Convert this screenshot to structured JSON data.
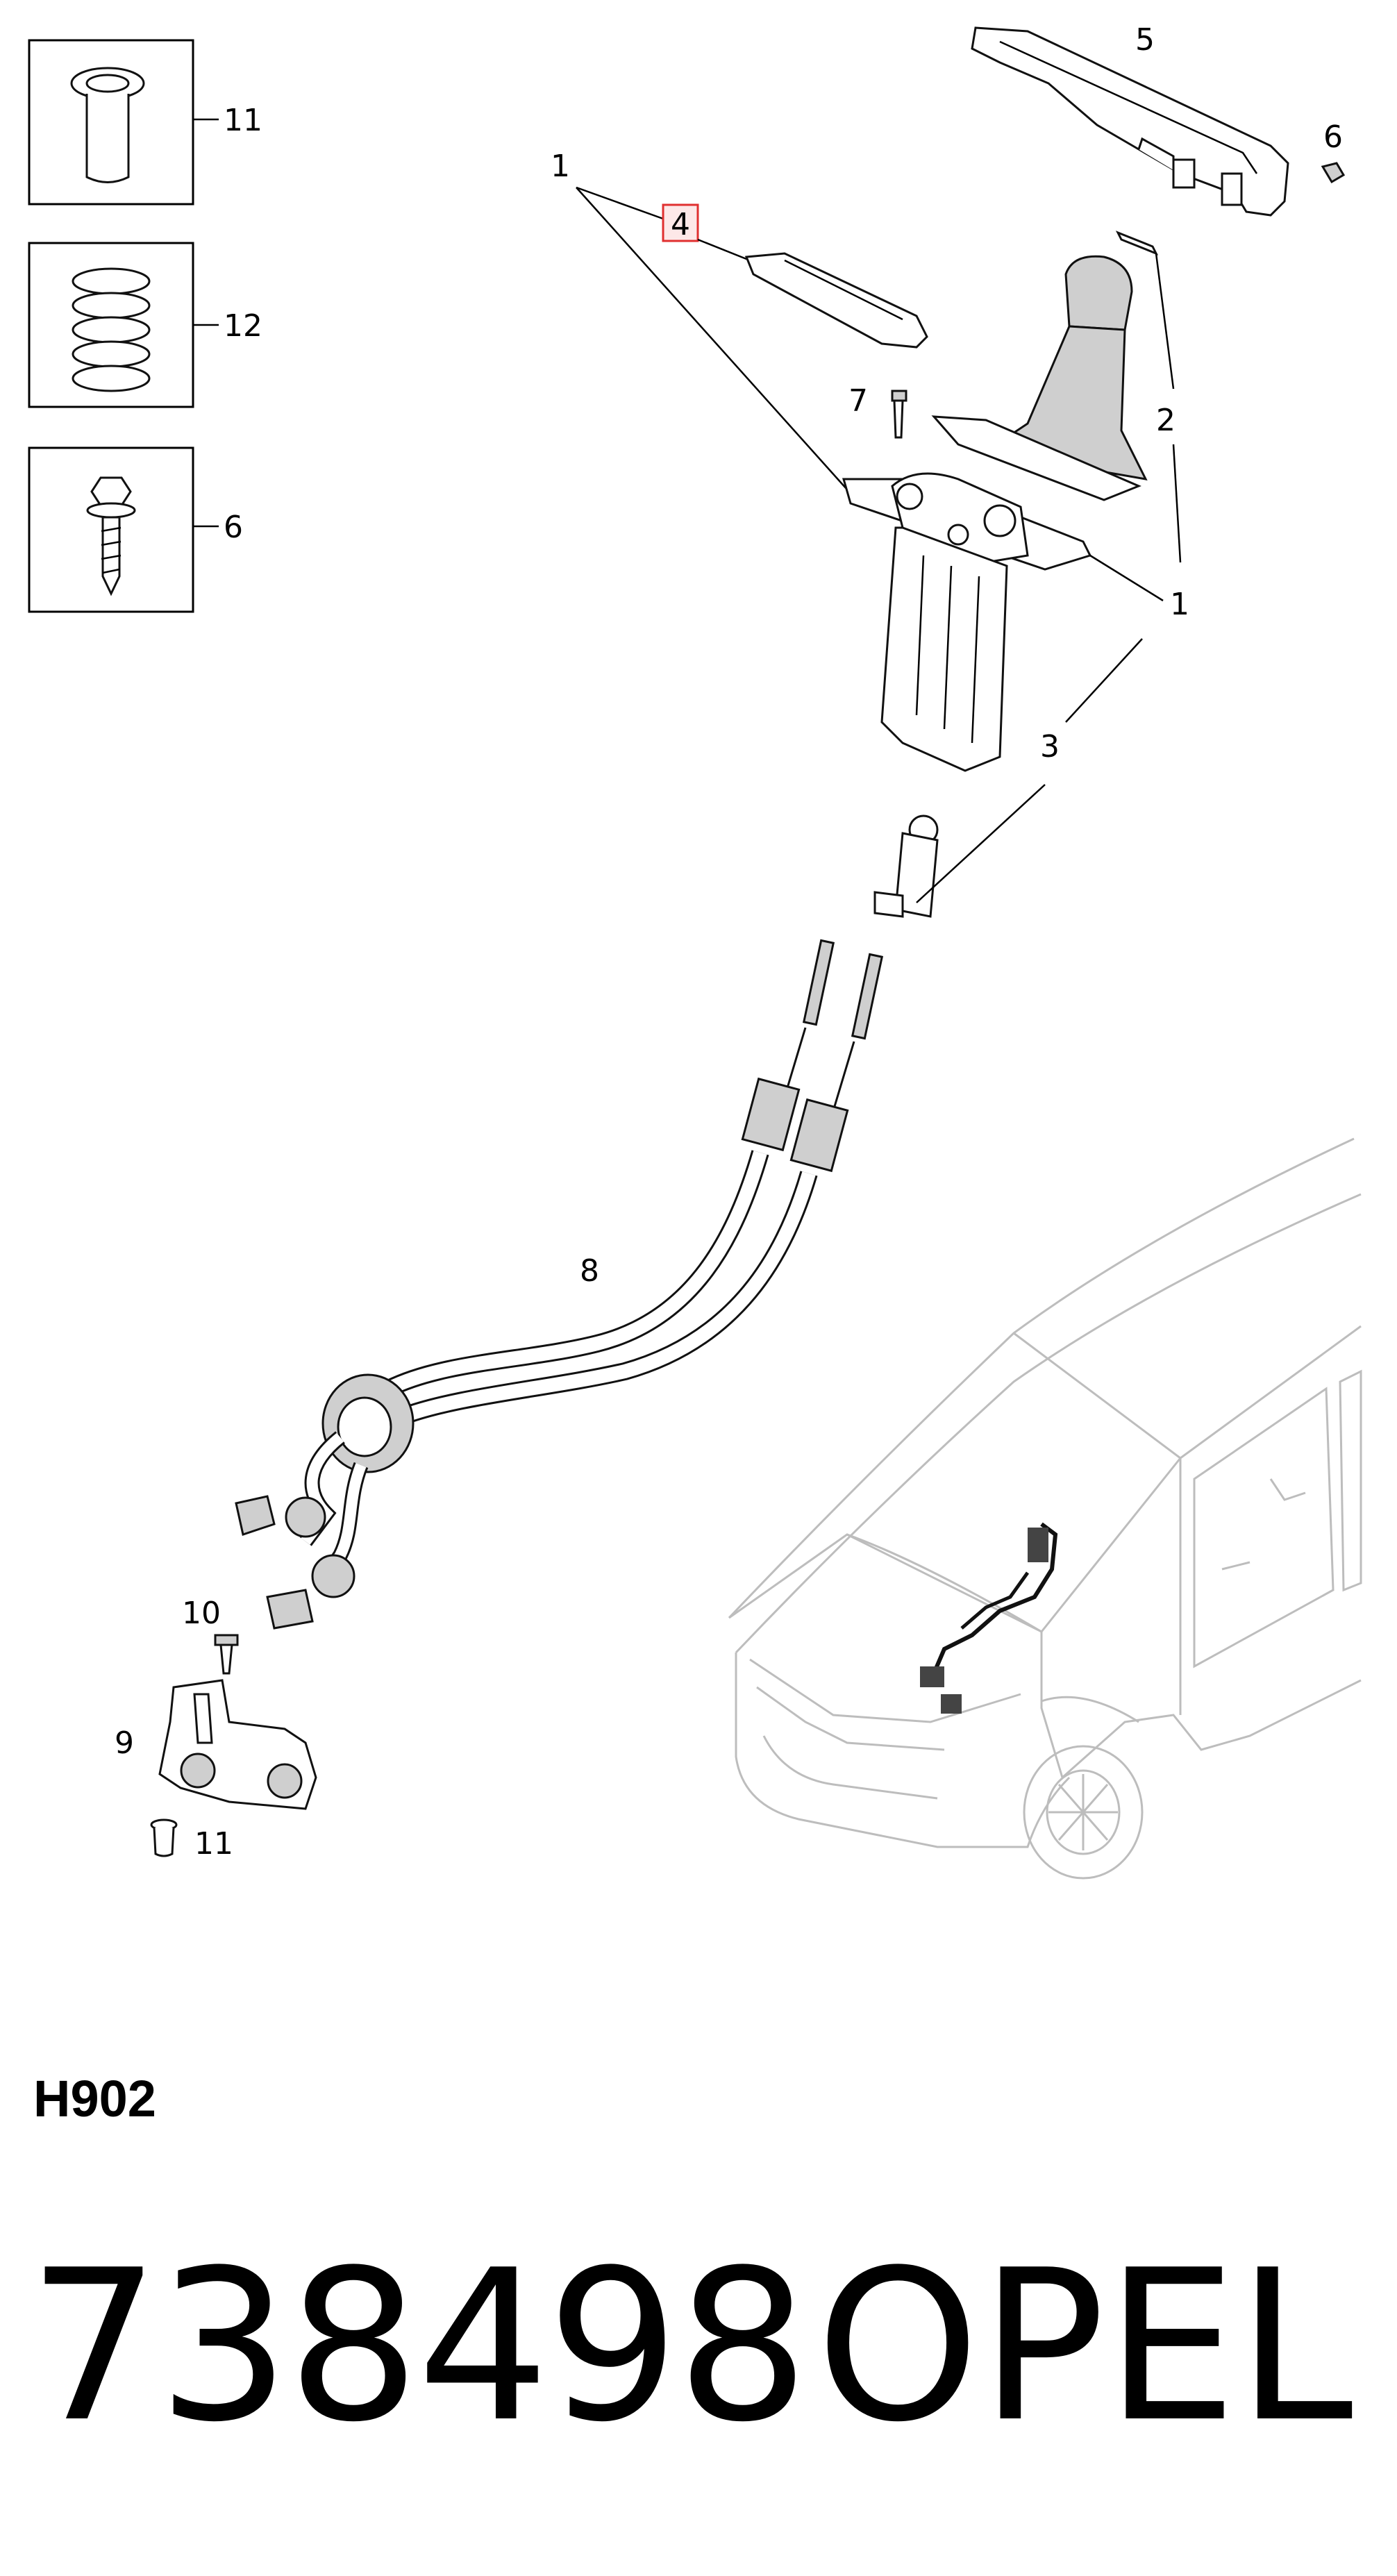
{
  "callouts": {
    "c1_top": "1",
    "c1_right": "1",
    "c2": "2",
    "c3": "3",
    "c4": "4",
    "c5": "5",
    "c6_top": "6",
    "c6_inset": "6",
    "c7": "7",
    "c8": "8",
    "c9": "9",
    "c10": "10",
    "c11_inset": "11",
    "c11_bottom": "11",
    "c12_inset": "12"
  },
  "highlight_color": "#e03030",
  "section_code": "H902",
  "part_number": "738498",
  "brand": "OPEL"
}
